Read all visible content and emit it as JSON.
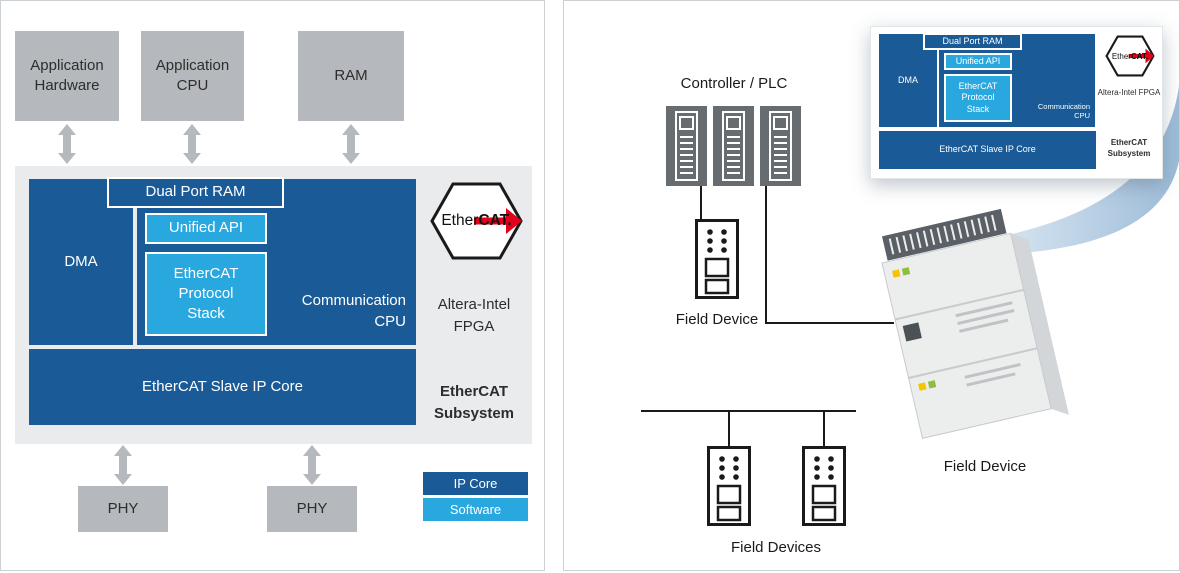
{
  "subsystem": {
    "dma": "DMA",
    "dual_port_ram": "Dual Port RAM",
    "unified_api": "Unified API",
    "protocol_stack": "EtherCAT Protocol Stack",
    "communication_cpu": "Communication CPU",
    "slave_ip_core": "EtherCAT Slave IP Core",
    "fpga_label": "Altera-Intel FPGA",
    "subsystem_label": "EtherCAT Subsystem",
    "logo_prefix": "Ether",
    "logo_bold": "CAT."
  },
  "left_panel": {
    "top_boxes": [
      "Application Hardware",
      "Application CPU",
      "RAM"
    ],
    "phy_left": "PHY",
    "phy_right": "PHY",
    "legend": [
      {
        "label": "IP Core",
        "color": "#1a5b97"
      },
      {
        "label": "Software",
        "color": "#29a8e0"
      }
    ]
  },
  "right_panel": {
    "controller_label": "Controller / PLC",
    "field_device_small_label": "Field Device",
    "field_device_main_label": "Field Device",
    "field_devices_label": "Field Devices"
  },
  "colors": {
    "ip_core_blue": "#1a5b97",
    "software_cyan": "#29a8e0",
    "hardware_gray": "#b5b9bd",
    "fpga_background": "#e9ebec",
    "logo_red": "#e2001a"
  }
}
